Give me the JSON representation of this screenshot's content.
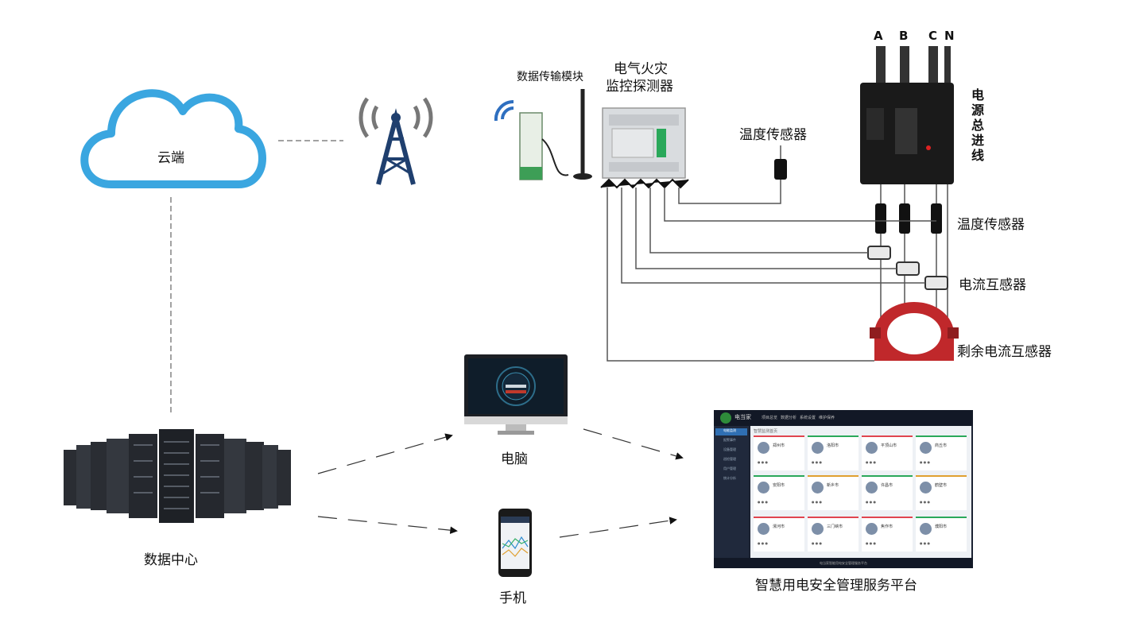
{
  "labels": {
    "cloud": "云端",
    "data_center": "数据中心",
    "transmission_module": "数据传输模块",
    "detector_line1": "电气火灾",
    "detector_line2": "监控探测器",
    "temp_sensor_top": "温度传感器",
    "temp_sensor_right": "温度传感器",
    "current_transformer": "电流互感器",
    "residual_current_transformer": "剩余电流互感器",
    "power_inlet": "电源总进线",
    "computer": "电脑",
    "phone": "手机",
    "platform": "智慧用电安全管理服务平台"
  },
  "phases": [
    "A",
    "B",
    "C",
    "N"
  ],
  "icons": [
    "cloud-icon",
    "signal-tower-icon",
    "transmission-module-icon",
    "detector-device-icon",
    "circuit-breaker-icon",
    "temperature-probe-icon",
    "current-transformer-icon",
    "residual-current-transformer-icon",
    "server-rack-icon",
    "monitor-icon",
    "smartphone-icon",
    "platform-screenshot"
  ],
  "colors": {
    "cloud": "#3aa6e0",
    "tower": "#1f3f6e",
    "wifi": "#2e6fc0",
    "breaker": "#1a1a1a",
    "rct": "#c0282b",
    "wire": "#555555"
  },
  "platform_screen": {
    "brand": "电当家",
    "nav": [
      "项目总览",
      "数据分析",
      "系统设置",
      "维护保养"
    ],
    "sidebar": [
      "电能监测",
      "报警事件",
      "设备管理",
      "巡检管理",
      "用户管理",
      "统计分析"
    ],
    "breadcrumb": "智慧监测首页",
    "cards": [
      "郑州市",
      "洛阳市",
      "平顶山市",
      "商丘市",
      "安阳市",
      "新乡市",
      "许昌市",
      "鹤壁市",
      "漯河市",
      "三门峡市",
      "焦作市",
      "濮阳市"
    ],
    "footer": "电当家智能用电安全管理服务平台"
  }
}
